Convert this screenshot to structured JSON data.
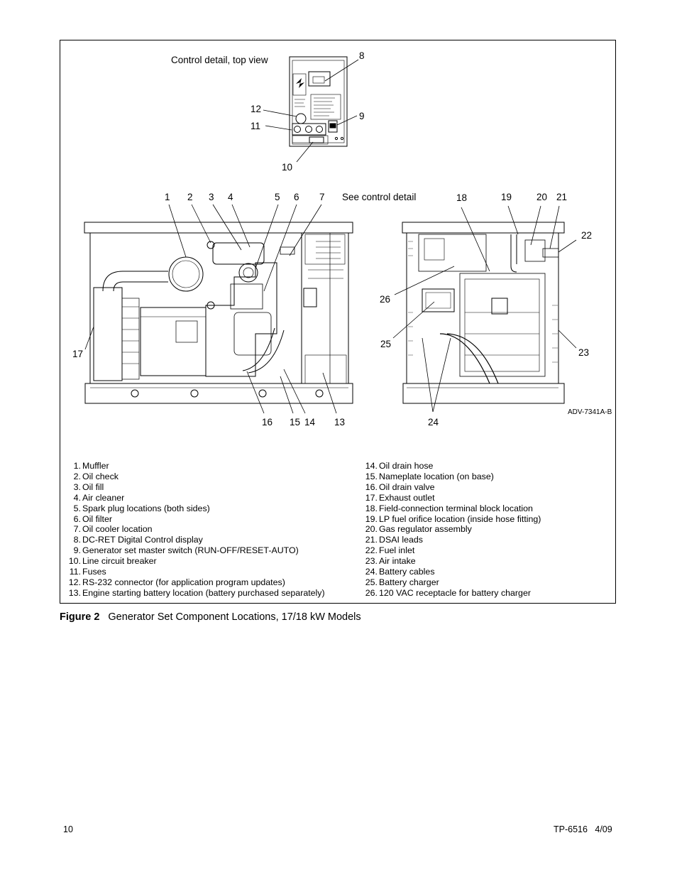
{
  "control_view_label": "Control detail, top view",
  "see_control_label": "See control detail",
  "drawing_code": "ADV-7341A-B",
  "callouts": [
    "1",
    "2",
    "3",
    "4",
    "5",
    "6",
    "7",
    "8",
    "9",
    "10",
    "11",
    "12",
    "13",
    "14",
    "15",
    "16",
    "17",
    "18",
    "19",
    "20",
    "21",
    "22",
    "23",
    "24",
    "25",
    "26"
  ],
  "legend_left": [
    {
      "num": "1.",
      "text": "Muffler"
    },
    {
      "num": "2.",
      "text": "Oil check"
    },
    {
      "num": "3.",
      "text": "Oil fill"
    },
    {
      "num": "4.",
      "text": "Air cleaner"
    },
    {
      "num": "5.",
      "text": "Spark plug locations (both sides)"
    },
    {
      "num": "6.",
      "text": "Oil filter"
    },
    {
      "num": "7.",
      "text": "Oil cooler location"
    },
    {
      "num": "8.",
      "text": "DC-RET Digital Control display"
    },
    {
      "num": "9.",
      "text": "Generator set master switch (RUN-OFF/RESET-AUTO)"
    },
    {
      "num": "10.",
      "text": "Line circuit breaker"
    },
    {
      "num": "11.",
      "text": "Fuses"
    },
    {
      "num": "12.",
      "text": "RS-232 connector (for application program updates)"
    },
    {
      "num": "13.",
      "text": "Engine starting battery location (battery purchased separately)"
    }
  ],
  "legend_right": [
    {
      "num": "14.",
      "text": "Oil drain hose"
    },
    {
      "num": "15.",
      "text": "Nameplate location (on base)"
    },
    {
      "num": "16.",
      "text": "Oil drain valve"
    },
    {
      "num": "17.",
      "text": "Exhaust outlet"
    },
    {
      "num": "18.",
      "text": "Field-connection terminal block location"
    },
    {
      "num": "19.",
      "text": "LP fuel orifice location (inside hose fitting)"
    },
    {
      "num": "20.",
      "text": "Gas regulator assembly"
    },
    {
      "num": "21.",
      "text": "DSAI  leads"
    },
    {
      "num": "22.",
      "text": "Fuel inlet"
    },
    {
      "num": "23.",
      "text": "Air intake"
    },
    {
      "num": "24.",
      "text": "Battery cables"
    },
    {
      "num": "25.",
      "text": "Battery charger"
    },
    {
      "num": "26.",
      "text": "120 VAC receptacle for battery charger"
    }
  ],
  "caption": {
    "figure": "Figure 2",
    "title": "Generator Set Component Locations, 17/18 kW Models"
  },
  "footer": {
    "page": "10",
    "doc": "TP-6516   4/09"
  }
}
